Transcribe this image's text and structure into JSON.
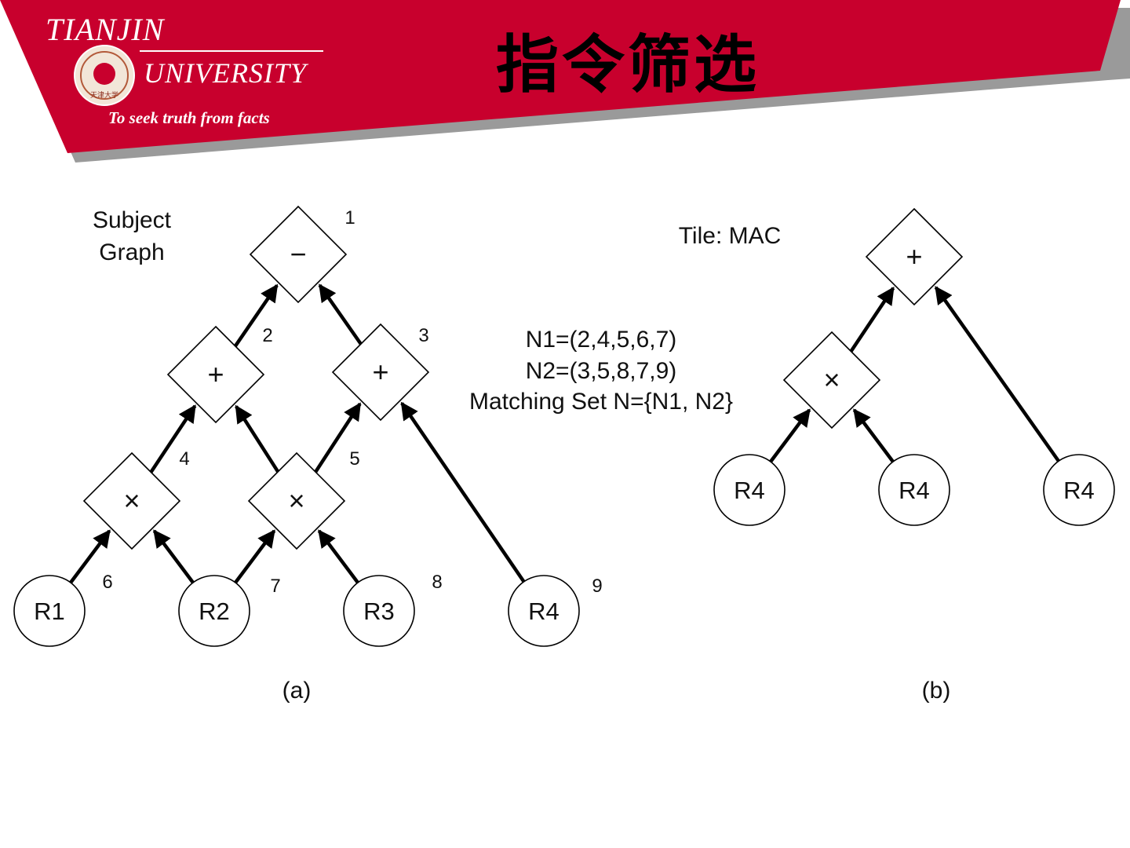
{
  "header": {
    "title": "指令筛选",
    "logo": {
      "name_line1": "TIANJIN",
      "name_line2": "UNIVERSITY",
      "motto": "To seek truth from facts",
      "seal_text": "天津大学"
    },
    "colors": {
      "banner": "#c8002d",
      "shadow": "#9a9a9a",
      "text_on_banner": "#ffffff"
    }
  },
  "diagram_a": {
    "caption": "(a)",
    "label": "Subject\nGraph",
    "label_line1": "Subject",
    "label_line2": "Graph",
    "nodes": [
      {
        "id": "1",
        "op": "−",
        "kind": "diamond",
        "number": "1"
      },
      {
        "id": "2",
        "op": "+",
        "kind": "diamond",
        "number": "2"
      },
      {
        "id": "3",
        "op": "+",
        "kind": "diamond",
        "number": "3"
      },
      {
        "id": "4",
        "op": "×",
        "kind": "diamond",
        "number": "4"
      },
      {
        "id": "5",
        "op": "×",
        "kind": "diamond",
        "number": "5"
      },
      {
        "id": "6",
        "op": "R1",
        "kind": "circle",
        "number": "6"
      },
      {
        "id": "7",
        "op": "R2",
        "kind": "circle",
        "number": "7"
      },
      {
        "id": "8",
        "op": "R3",
        "kind": "circle",
        "number": "8"
      },
      {
        "id": "9",
        "op": "R4",
        "kind": "circle",
        "number": "9"
      }
    ],
    "edges": [
      {
        "from": "2",
        "to": "1"
      },
      {
        "from": "3",
        "to": "1"
      },
      {
        "from": "4",
        "to": "2"
      },
      {
        "from": "5",
        "to": "2"
      },
      {
        "from": "5",
        "to": "3"
      },
      {
        "from": "9",
        "to": "3"
      },
      {
        "from": "6",
        "to": "4"
      },
      {
        "from": "7",
        "to": "4"
      },
      {
        "from": "7",
        "to": "5"
      },
      {
        "from": "8",
        "to": "5"
      }
    ]
  },
  "matching": {
    "line1": "N1=(2,4,5,6,7)",
    "line2": "N2=(3,5,8,7,9)",
    "line3": "Matching Set N={N1, N2}"
  },
  "diagram_b": {
    "caption": "(b)",
    "label": "Tile: MAC",
    "nodes": [
      {
        "id": "b1",
        "op": "+",
        "kind": "diamond"
      },
      {
        "id": "b2",
        "op": "×",
        "kind": "diamond"
      },
      {
        "id": "b3",
        "op": "R4",
        "kind": "circle"
      },
      {
        "id": "b4",
        "op": "R4",
        "kind": "circle"
      },
      {
        "id": "b5",
        "op": "R4",
        "kind": "circle"
      }
    ],
    "edges": [
      {
        "from": "b2",
        "to": "b1"
      },
      {
        "from": "b5",
        "to": "b1"
      },
      {
        "from": "b3",
        "to": "b2"
      },
      {
        "from": "b4",
        "to": "b2"
      }
    ]
  }
}
